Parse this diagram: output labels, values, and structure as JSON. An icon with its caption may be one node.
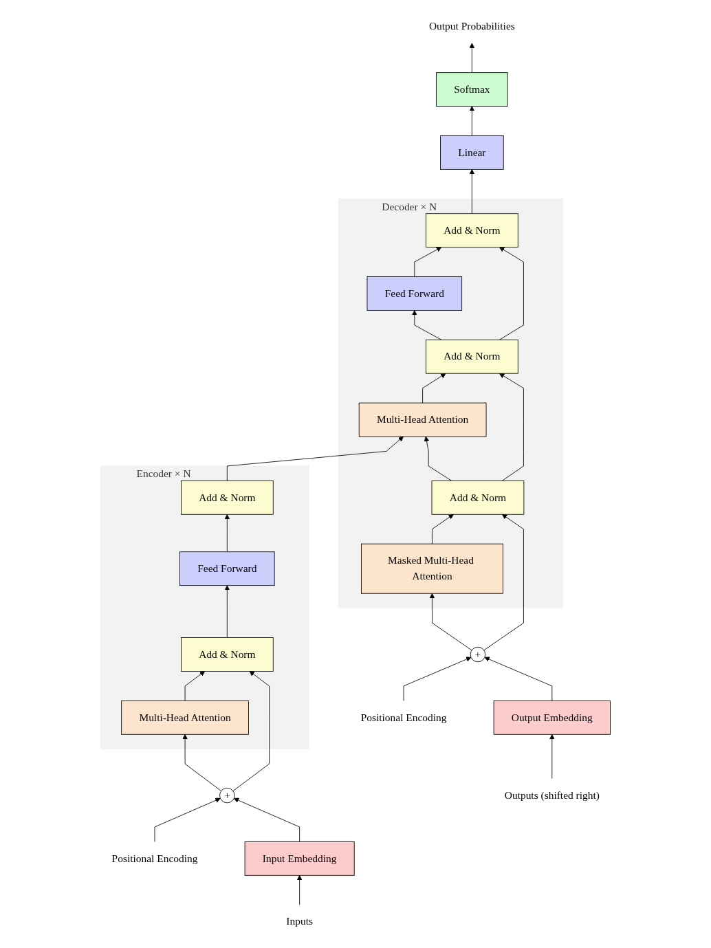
{
  "diagram": {
    "nodes": [
      {
        "text": [
          "Output Probabilities"
        ]
      },
      {
        "text": [
          "Softmax"
        ]
      },
      {
        "text": [
          "Linear"
        ]
      },
      {
        "text": [
          "Decoder × N"
        ]
      },
      {
        "text": [
          "Add & Norm"
        ],
        "in": 3
      },
      {
        "text": [
          "Feed Forward"
        ],
        "in": 3
      },
      {
        "text": [
          "Add & Norm"
        ],
        "in": 3
      },
      {
        "text": [
          "Multi-Head Attention"
        ],
        "in": 3
      },
      {
        "text": [
          "Add & Norm"
        ],
        "in": 3
      },
      {
        "text": [
          "Masked Multi-Head Attention"
        ],
        "in": 3
      },
      {
        "text": [
          "Encoder × N"
        ]
      },
      {
        "text": [
          "Add & Norm"
        ],
        "in": 10
      },
      {
        "text": [
          "Feed Forward"
        ],
        "in": 10
      },
      {
        "text": [
          "Add & Norm"
        ],
        "in": 10
      },
      {
        "text": [
          "Multi-Head Attention"
        ],
        "in": 10
      },
      {
        "text": [
          "Positional Encoding"
        ]
      },
      {
        "text": [
          "+"
        ]
      },
      {
        "text": [
          "+"
        ]
      },
      {
        "text": [
          "Positional Encoding"
        ]
      },
      {
        "text": [
          "Input Embedding"
        ]
      },
      {
        "text": [
          "Output Embedding"
        ]
      },
      {
        "text": [
          "Inputs"
        ]
      },
      {
        "text": [
          "Outputs (shifted right)"
        ]
      }
    ],
    "edges": [
      {
        "from": 21,
        "to": 19,
        "arrow": "to"
      },
      {
        "from": 19,
        "to": 16,
        "arrow": "to"
      },
      {
        "from": 15,
        "to": 16,
        "arrow": "to"
      },
      {
        "from": 16,
        "to": 14,
        "arrow": "to"
      },
      {
        "from": 16,
        "to": 13,
        "arrow": "to"
      },
      {
        "from": 14,
        "to": 13,
        "arrow": "to"
      },
      {
        "from": 13,
        "to": 12,
        "arrow": "to"
      },
      {
        "from": 12,
        "to": 11,
        "arrow": "to"
      },
      {
        "from": 11,
        "to": 7,
        "arrow": "to"
      },
      {
        "from": 22,
        "to": 20,
        "arrow": "to"
      },
      {
        "from": 20,
        "to": 17,
        "arrow": "to"
      },
      {
        "from": 18,
        "to": 17,
        "arrow": "to"
      },
      {
        "from": 17,
        "to": 9,
        "arrow": "to"
      },
      {
        "from": 17,
        "to": 8,
        "arrow": "to"
      },
      {
        "from": 9,
        "to": 8,
        "arrow": "to"
      },
      {
        "from": 8,
        "to": 7,
        "arrow": "to"
      },
      {
        "from": 8,
        "to": 6,
        "arrow": "to"
      },
      {
        "from": 7,
        "to": 6,
        "arrow": "to"
      },
      {
        "from": 6,
        "to": 5,
        "arrow": "to"
      },
      {
        "from": 6,
        "to": 4,
        "arrow": "to"
      },
      {
        "from": 5,
        "to": 4,
        "arrow": "to"
      },
      {
        "from": 4,
        "to": 2,
        "arrow": "to"
      },
      {
        "from": 2,
        "to": 1,
        "arrow": "to"
      },
      {
        "from": 1,
        "to": 0,
        "arrow": "to"
      }
    ]
  }
}
